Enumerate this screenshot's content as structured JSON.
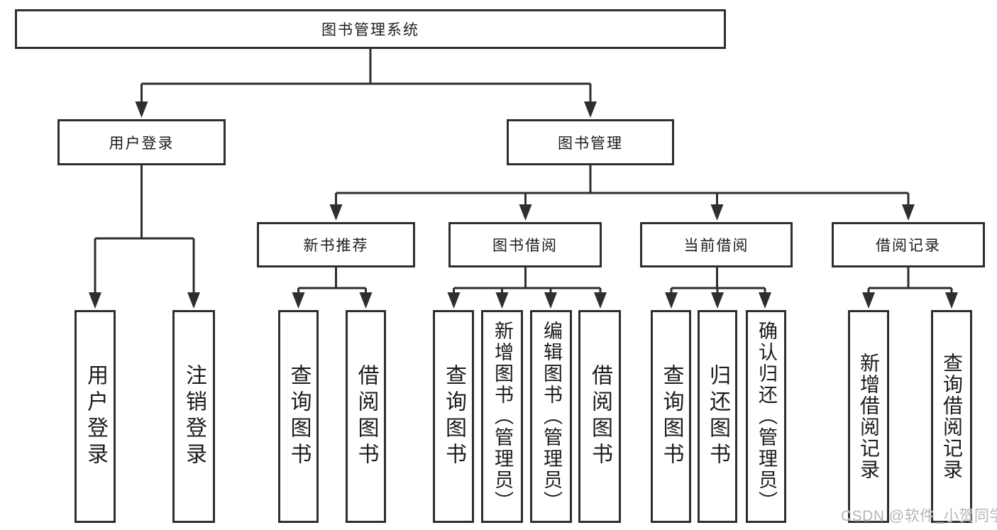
{
  "watermark": "CSDN @软件_小贺同学",
  "colors": {
    "line": "#2e2e2e",
    "border": "#2e2e2e",
    "text": "#1c1c1c",
    "background": "#ffffff",
    "watermark": "#b6b6b6"
  },
  "nodes": {
    "root": "图书管理系统",
    "level2": [
      "用户登录",
      "图书管理"
    ],
    "level3": [
      "新书推荐",
      "图书借阅",
      "当前借阅",
      "借阅记录"
    ],
    "leaves": [
      "用户登录",
      "注销登录",
      "查询图书",
      "借阅图书",
      "查询图书",
      "新增图书（管理员）",
      "编辑图书（管理员）",
      "借阅图书",
      "查询图书",
      "归还图书",
      "确认归还（管理员）",
      "新增借阅记录",
      "查询借阅记录"
    ]
  }
}
